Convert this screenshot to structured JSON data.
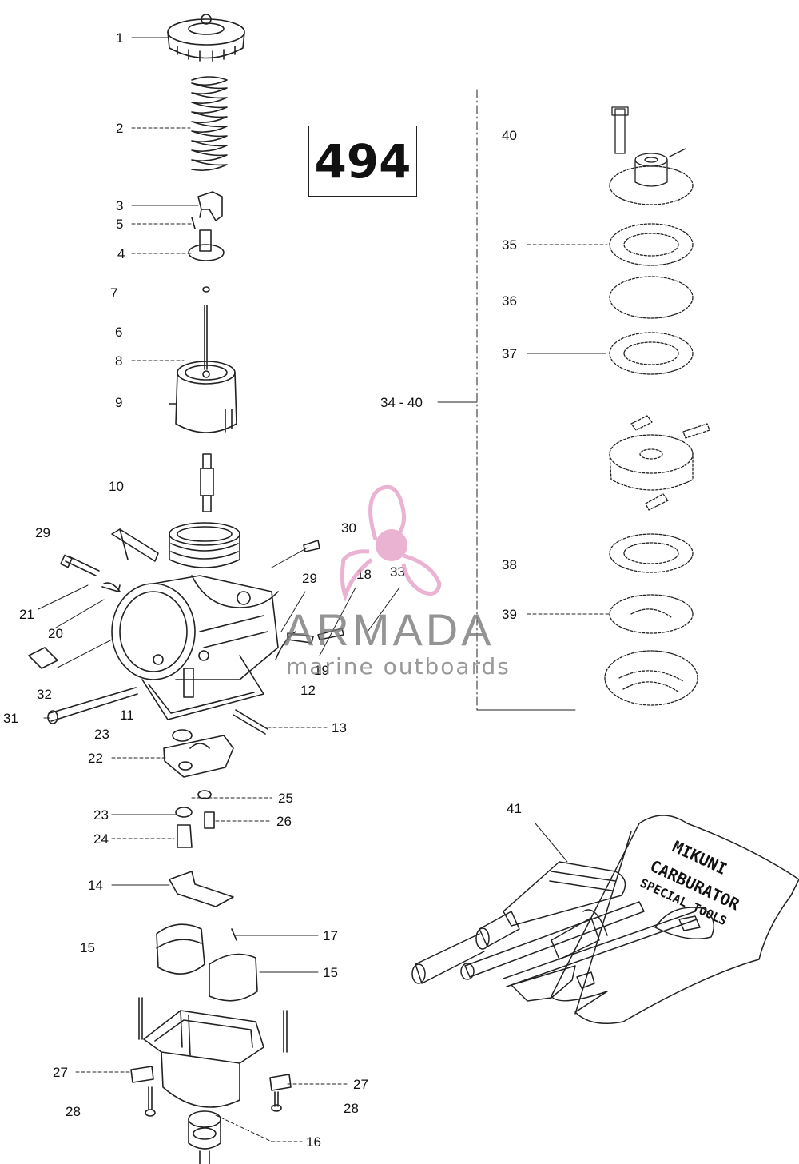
{
  "diagram_code": "494",
  "watermark": {
    "brand": "ARMADA",
    "tagline": "marine outboards",
    "logo_color": "#e7a6c9"
  },
  "tool_kit_text": [
    "MIKUNI",
    "CARBURATOR",
    "SPECIAL TOOLS"
  ],
  "callouts": [
    {
      "id": "c1",
      "label": "1"
    },
    {
      "id": "c2",
      "label": "2"
    },
    {
      "id": "c3",
      "label": "3"
    },
    {
      "id": "c5",
      "label": "5"
    },
    {
      "id": "c4",
      "label": "4"
    },
    {
      "id": "c7",
      "label": "7"
    },
    {
      "id": "c6",
      "label": "6"
    },
    {
      "id": "c8",
      "label": "8"
    },
    {
      "id": "c9",
      "label": "9"
    },
    {
      "id": "c10",
      "label": "10"
    },
    {
      "id": "c29a",
      "label": "29"
    },
    {
      "id": "c30",
      "label": "30"
    },
    {
      "id": "c29b",
      "label": "29"
    },
    {
      "id": "c18",
      "label": "18"
    },
    {
      "id": "c33",
      "label": "33"
    },
    {
      "id": "c21",
      "label": "21"
    },
    {
      "id": "c20",
      "label": "20"
    },
    {
      "id": "c19",
      "label": "19"
    },
    {
      "id": "c12",
      "label": "12"
    },
    {
      "id": "c32",
      "label": "32"
    },
    {
      "id": "c31",
      "label": "31"
    },
    {
      "id": "c11",
      "label": "11"
    },
    {
      "id": "c13",
      "label": "13"
    },
    {
      "id": "c23a",
      "label": "23"
    },
    {
      "id": "c22",
      "label": "22"
    },
    {
      "id": "c25",
      "label": "25"
    },
    {
      "id": "c23b",
      "label": "23"
    },
    {
      "id": "c26",
      "label": "26"
    },
    {
      "id": "c24",
      "label": "24"
    },
    {
      "id": "c14",
      "label": "14"
    },
    {
      "id": "c17",
      "label": "17"
    },
    {
      "id": "c15a",
      "label": "15"
    },
    {
      "id": "c15b",
      "label": "15"
    },
    {
      "id": "c27a",
      "label": "27"
    },
    {
      "id": "c27b",
      "label": "27"
    },
    {
      "id": "c28a",
      "label": "28"
    },
    {
      "id": "c28b",
      "label": "28"
    },
    {
      "id": "c16",
      "label": "16"
    },
    {
      "id": "c40",
      "label": "40"
    },
    {
      "id": "c35",
      "label": "35"
    },
    {
      "id": "c36",
      "label": "36"
    },
    {
      "id": "c37",
      "label": "37"
    },
    {
      "id": "c3440",
      "label": "34 - 40"
    },
    {
      "id": "c38",
      "label": "38"
    },
    {
      "id": "c39",
      "label": "39"
    },
    {
      "id": "c41",
      "label": "41"
    }
  ]
}
